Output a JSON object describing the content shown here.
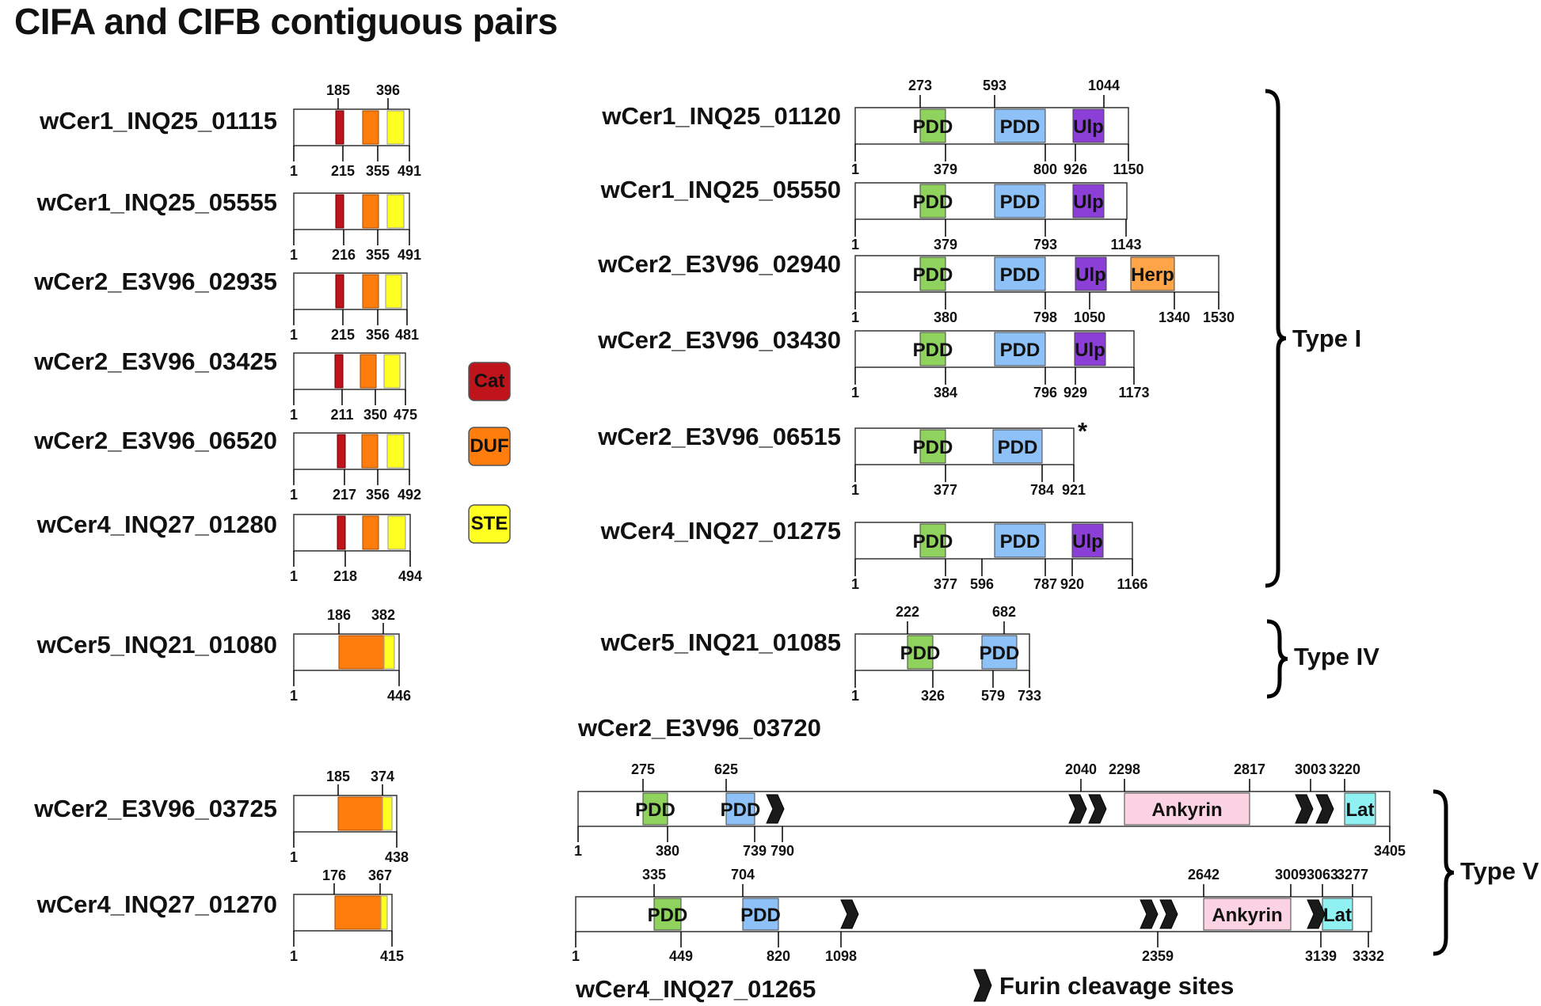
{
  "title": "CIFA and CIFB contiguous pairs",
  "colors": {
    "Cat": "#c0141c",
    "DUF": "#ff7d0c",
    "STE": "#ffff22",
    "PDD": "#8fd35e",
    "PDD_blue": "#8ec1f7",
    "Ulp": "#8b3fd7",
    "Herp": "#ffa447",
    "Ankyrin": "#fbd3e2",
    "Lat": "#8ff1f1"
  },
  "legend": [
    {
      "label": "Cat",
      "color": "#c0141c"
    },
    {
      "label": "DUF",
      "color": "#ff7d0c"
    },
    {
      "label": "STE",
      "color": "#ffff22"
    }
  ],
  "cifa": [
    {
      "name": "wCer1_INQ25_01115",
      "len": 491,
      "top": [
        "185",
        "396"
      ],
      "bottom": [
        "1",
        "215",
        "355",
        "491"
      ]
    },
    {
      "name": "wCer1_INQ25_05555",
      "len": 491,
      "top": [],
      "bottom": [
        "1",
        "216",
        "355",
        "491"
      ]
    },
    {
      "name": "wCer2_E3V96_02935",
      "len": 481,
      "top": [],
      "bottom": [
        "1",
        "215",
        "356",
        "481"
      ]
    },
    {
      "name": "wCer2_E3V96_03425",
      "len": 475,
      "top": [],
      "bottom": [
        "1",
        "211",
        "350",
        "475"
      ]
    },
    {
      "name": "wCer2_E3V96_06520",
      "len": 492,
      "top": [],
      "bottom": [
        "1",
        "217",
        "356",
        "492"
      ]
    },
    {
      "name": "wCer4_INQ27_01280",
      "len": 494,
      "top": [],
      "bottom": [
        "1",
        "218",
        "494"
      ]
    },
    {
      "name": "wCer5_INQ21_01080",
      "len": 446,
      "top": [
        "186",
        "382"
      ],
      "bottom": [
        "1",
        "446"
      ]
    },
    {
      "name": "wCer2_E3V96_03725",
      "len": 438,
      "top": [
        "185",
        "374"
      ],
      "bottom": [
        "1",
        "438"
      ]
    },
    {
      "name": "wCer4_INQ27_01270",
      "len": 415,
      "top": [
        "176",
        "367"
      ],
      "bottom": [
        "1",
        "415"
      ]
    }
  ],
  "cifb": [
    {
      "name": "wCer1_INQ25_01120",
      "len": 1150,
      "domains": [
        "PDD",
        "PDD",
        "Ulp"
      ],
      "top": [
        "273",
        "593",
        "1044"
      ],
      "bottom": [
        "1",
        "379",
        "800",
        "926",
        "1150"
      ]
    },
    {
      "name": "wCer1_INQ25_05550",
      "len": 1143,
      "domains": [
        "PDD",
        "PDD",
        "Ulp"
      ],
      "top": [],
      "bottom": [
        "1",
        "379",
        "793",
        "1143"
      ]
    },
    {
      "name": "wCer2_E3V96_02940",
      "len": 1530,
      "domains": [
        "PDD",
        "PDD",
        "Ulp",
        "Herp"
      ],
      "top": [],
      "bottom": [
        "1",
        "380",
        "798",
        "1050",
        "1340",
        "1530"
      ]
    },
    {
      "name": "wCer2_E3V96_03430",
      "len": 1173,
      "domains": [
        "PDD",
        "PDD",
        "Ulp"
      ],
      "top": [],
      "bottom": [
        "1",
        "384",
        "796",
        "929",
        "1173"
      ]
    },
    {
      "name": "wCer2_E3V96_06515",
      "len": 921,
      "domains": [
        "PDD",
        "PDD"
      ],
      "top": [],
      "bottom": [
        "1",
        "377",
        "784",
        "921"
      ],
      "mark": "*"
    },
    {
      "name": "wCer4_INQ27_01275",
      "len": 1166,
      "domains": [
        "PDD",
        "PDD",
        "Ulp"
      ],
      "top": [],
      "bottom": [
        "1",
        "377",
        "596",
        "787",
        "920",
        "1166"
      ]
    },
    {
      "name": "wCer5_INQ21_01085",
      "len": 733,
      "domains": [
        "PDD",
        "PDD"
      ],
      "top": [
        "222",
        "682"
      ],
      "bottom": [
        "1",
        "326",
        "579",
        "733"
      ]
    },
    {
      "name": "wCer2_E3V96_03720",
      "len": 3405,
      "domains": [
        "PDD",
        "PDD",
        "Ankyrin",
        "Lat"
      ],
      "top": [
        "275",
        "625",
        "2040",
        "2298",
        "2817",
        "3003",
        "3220"
      ],
      "bottom": [
        "1",
        "380",
        "739",
        "790",
        "3405"
      ]
    },
    {
      "name": "wCer4_INQ27_01265",
      "len": 3332,
      "domains": [
        "PDD",
        "PDD",
        "Ankyrin",
        "Lat"
      ],
      "top": [
        "335",
        "704",
        "2642",
        "3009",
        "3063",
        "3277"
      ],
      "bottom": [
        "1",
        "449",
        "820",
        "1098",
        "2359",
        "3139",
        "3332"
      ]
    }
  ],
  "types": [
    "Type I",
    "Type IV",
    "Type V"
  ],
  "furin_label": "Furin cleavage sites"
}
